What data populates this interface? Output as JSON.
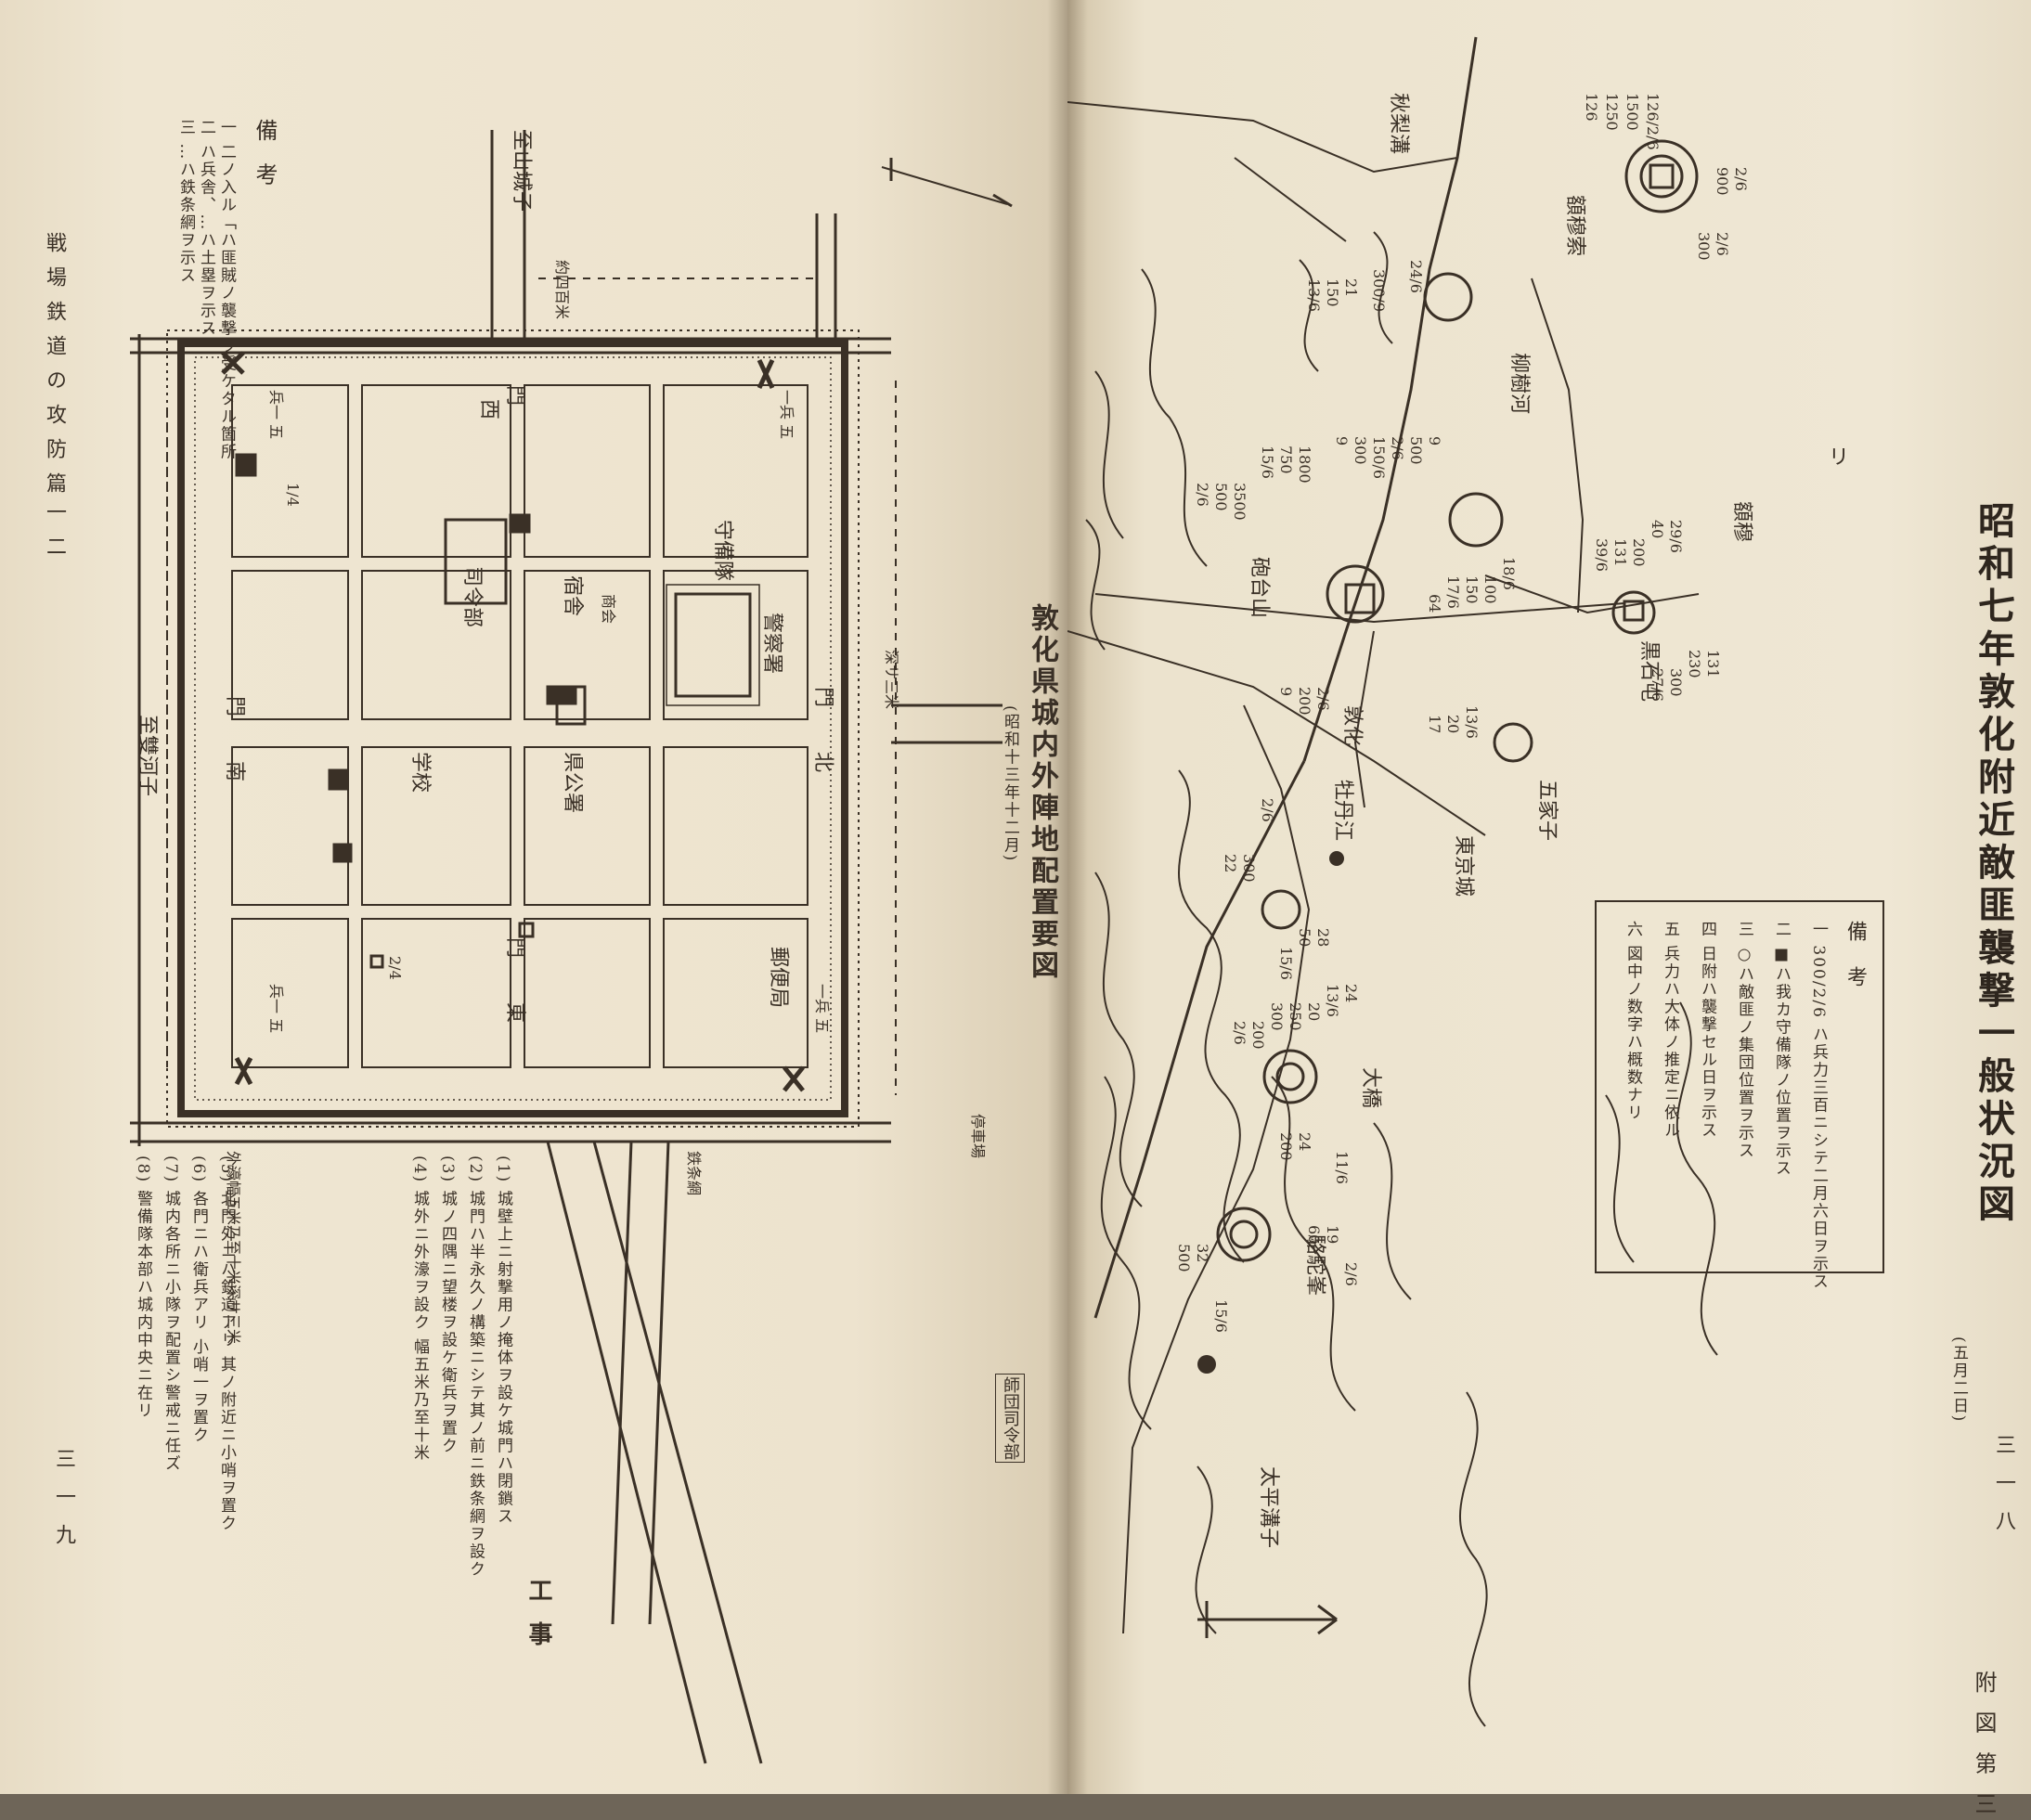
{
  "left_page": {
    "running_head": "戦 場 鉄 道 の 攻 防 篇",
    "running_head_num": "一 二",
    "page_number": "三 一 九",
    "map_title": "敦化県城内外陣地配置要図",
    "map_date": "(昭和十三年十二月)",
    "stamp": "師団司令部",
    "notes_heading": "備 考",
    "notes": [
      "一 二ノ入ル「ハ匪賊ノ襲撃ヲ受ケタル箇所",
      "二 ハ兵舎、…ハ土塁ヲ示ス",
      "三 …ハ鉄条網ヲ示ス"
    ],
    "works_heading": "工 事",
    "works_notes": [
      "(1) 城壁上ニ射撃用ノ掩体ヲ設ケ城門ハ閉鎖ス",
      "(2) 城門ハ半永久ノ構築ニシテ其ノ前ニ鉄条網ヲ設ク",
      "(3) 城ノ四隅ニ望楼ヲ設ケ衛兵ヲ置ク",
      "(4) 城外ニ外濠ヲ設ク 幅五米乃至十米",
      "(5) 北門外ニハ鉄道アリ 其ノ附近ニ小哨ヲ置ク",
      "(6) 各門ニハ衛兵アリ 小哨一ヲ置ク",
      "(7) 城内各所ニ小隊ヲ配置シ警戒ニ任ズ",
      "(8) 警備隊本部ハ城内中央ニ在リ"
    ],
    "map_labels": {
      "road_north": "至山城子",
      "road_south": "至雙河子",
      "station": "停車場",
      "west_gate": "西",
      "east_gate": "東",
      "south_gate": "南",
      "north_gate": "北",
      "gate": "門",
      "hq": "司令部",
      "garrison": "守備隊",
      "police": "警察署",
      "shop": "商会",
      "barracks": "宿舎",
      "school": "学校",
      "county_office": "県公署",
      "post_company": "郵便局",
      "moat_note": "外濠幅五米乃至十米深サ三米",
      "wire_note": "鉄条網",
      "unit_a": "一兵 五",
      "unit_b": "兵一 五",
      "scale_a": "1/4",
      "scale_b": "2/4",
      "depth_note": "深サ三米",
      "distance": "約四百米"
    }
  },
  "right_page": {
    "title": "昭和七年敦化附近敵匪襲撃一般状況図",
    "title_suffix": "(五月二日)",
    "page_number": "三 一 八",
    "appendix": "附 図 第 三",
    "legend_heading": "備 考",
    "legend_lines": [
      "一 300/2/6 ハ兵力三百ニシテ二月六日ヲ示ス",
      "二 ■ハ我カ守備隊ノ位置ヲ示ス",
      "三 ○ハ敵匪ノ集団位置ヲ示ス",
      "四 日附ハ襲撃セル日ヲ示ス",
      "五 兵力ハ大体ノ推定ニ依ル",
      "六 図中ノ数字ハ概数ナリ"
    ],
    "places": {
      "p1": "秋梨溝",
      "p2": "額穆索",
      "p3": "柳樹河",
      "p4": "砲台山",
      "p5": "敦化",
      "p6": "黒石屯",
      "p7": "額穆",
      "p8": "五家子",
      "p9": "牡丹江",
      "p10": "東京城",
      "p11": "大橋",
      "p12": "駱駝峯",
      "p13": "太平溝子",
      "marker_ri": "リ"
    },
    "force_labels": [
      "126/2/6",
      "1500",
      "1250",
      "126",
      "900",
      "2/6",
      "300",
      "2/6",
      "24/6",
      "300/9",
      "21",
      "150",
      "13/6",
      "9",
      "500",
      "2/6",
      "150/6",
      "300",
      "9",
      "1800",
      "750",
      "15/6",
      "3500",
      "500",
      "2/6",
      "29/6",
      "40",
      "200",
      "131",
      "39/6",
      "131",
      "230",
      "300",
      "27/6",
      "18/6",
      "100",
      "150",
      "17/6",
      "64",
      "2/6",
      "200",
      "9",
      "13/6",
      "20",
      "17",
      "2/6",
      "300",
      "22",
      "28",
      "50",
      "15/6",
      "24",
      "13/6",
      "20",
      "250",
      "300",
      "200",
      "2/6",
      "24",
      "200",
      "11/6",
      "19",
      "60",
      "32",
      "500",
      "15/6",
      "2/6"
    ]
  }
}
